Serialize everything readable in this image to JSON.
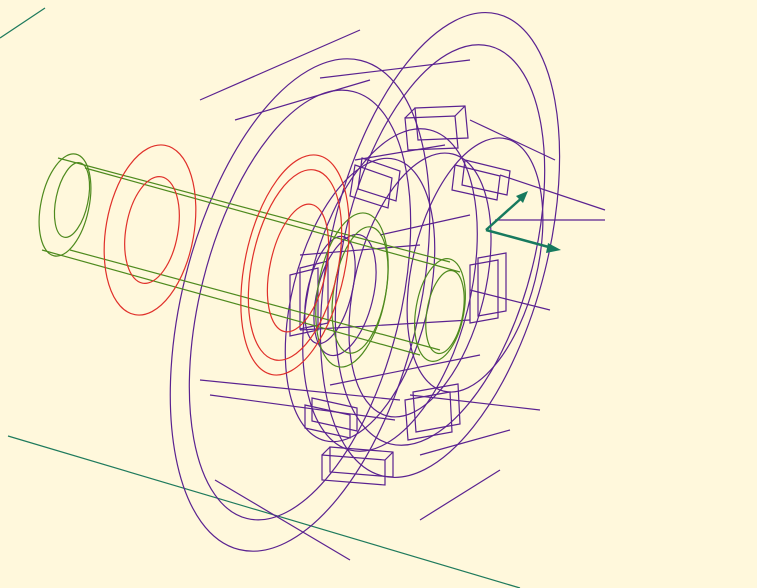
{
  "viewport": {
    "background": "#fff8dc",
    "mode": "wireframe"
  },
  "colors": {
    "shaft": "#4e8a1e",
    "flange_ring": "#e0302a",
    "housing": "#5a2290",
    "axis_line": "#1e7a5c",
    "triad": "#177a5e"
  },
  "parts": [
    {
      "name": "shaft",
      "color_key": "shaft"
    },
    {
      "name": "flange-rings",
      "color_key": "flange_ring"
    },
    {
      "name": "housing-assembly",
      "color_key": "housing"
    }
  ],
  "triad": {
    "axes": [
      "x-axis-arrow",
      "y-axis-arrow"
    ]
  }
}
